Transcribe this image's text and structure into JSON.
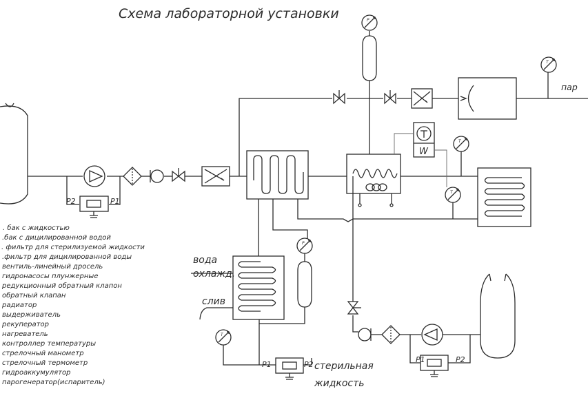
{
  "title": "Схема лабораторной установки",
  "labels": {
    "steam": "пар",
    "cooling_water_line1": "вода",
    "cooling_water_line2": "охлажд.",
    "drain": "слив",
    "sterile_line1": "стерильная",
    "sterile_line2": "жидкость",
    "p1": "P1",
    "p2": "P2",
    "gauge_p": "P",
    "gauge_t": "T",
    "w": "W"
  },
  "legend": [
    ". бак с жидкостью",
    ".бак с дицилированной водой",
    ". фильтр для стерилизуемой жидкости",
    ".фильтр для дицилированной воды",
    " вентиль-линейный дросель",
    " гидронасосы плунжерные",
    " редукционный обратный клапон",
    " обратный клапан",
    " радиатор",
    " выдерживатель",
    " рекуператор",
    " нагреватель",
    " контроллер температуры",
    " стрелочный манометр",
    " стрелочный термометр",
    " гидроаккумулятор",
    " парогенератор(испаритель)"
  ]
}
